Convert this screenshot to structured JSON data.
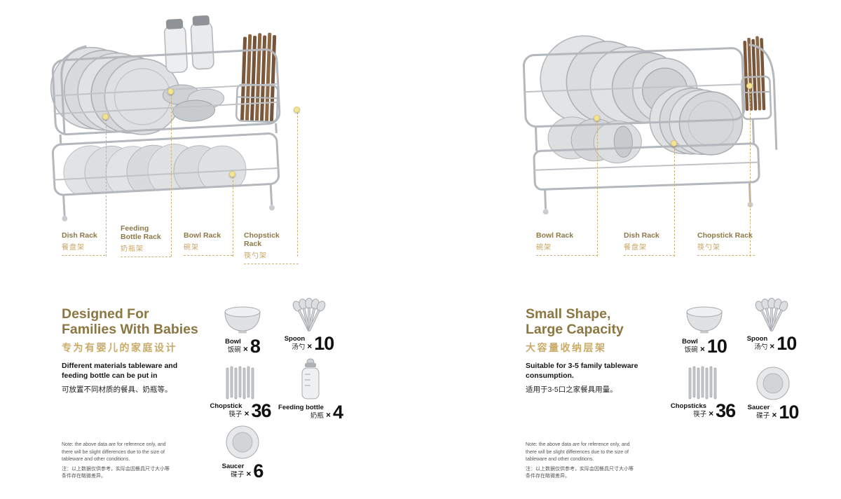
{
  "times_symbol": "×",
  "panels": [
    {
      "rack_labels": [
        {
          "en": "Dish Rack",
          "zh": "餐盘架"
        },
        {
          "en": "Feeding Bottle Rack",
          "zh": "奶瓶架"
        },
        {
          "en": "Bowl Rack",
          "zh": "碗架"
        },
        {
          "en": "Chopstick Rack",
          "zh": "筷勺架"
        }
      ],
      "heading_line1": "Designed For",
      "heading_line2": "Families With Babies",
      "subheading_zh": "专为有婴儿的家庭设计",
      "desc_en": "Different materials tableware and feeding bottle can be put in",
      "desc_zh": "可放置不同材质的餐具、奶瓶等。",
      "note_en": "Note: the above data are for reference only, and there will be slight differences due to the size of tableware and other conditions.",
      "note_zh": "注：以上数据仅供参考，实际会因餐具尺寸大小等条件存在略微差异。",
      "stats": [
        {
          "name": "Bowl",
          "zh": "饭碗",
          "count": "8"
        },
        {
          "name": "Spoon",
          "zh": "汤勺",
          "count": "10"
        },
        {
          "name": "Chopstick",
          "zh": "筷子",
          "count": "36"
        },
        {
          "name": "Feeding bottle",
          "zh": "奶瓶",
          "count": "4"
        },
        {
          "name": "Saucer",
          "zh": "碟子",
          "count": "6"
        }
      ]
    },
    {
      "rack_labels": [
        {
          "en": "Bowl Rack",
          "zh": "碗架"
        },
        {
          "en": "Dish Rack",
          "zh": "餐盘架"
        },
        {
          "en": "Chopstick Rack",
          "zh": "筷勺架"
        }
      ],
      "heading_line1": "Small Shape,",
      "heading_line2": "Large Capacity",
      "subheading_zh": "大容量收纳层架",
      "desc_en": "Suitable for 3-5 family tableware consumption.",
      "desc_zh": "适用于3-5口之家餐具用量。",
      "note_en": "Note: the above data are for reference only, and there will be slight differences due to the size of tableware and other conditions.",
      "note_zh": "注：以上数据仅供参考，实际会因餐具尺寸大小等条件存在略微差异。",
      "stats": [
        {
          "name": "Bowl",
          "zh": "饭碗",
          "count": "10"
        },
        {
          "name": "Spoon",
          "zh": "汤勺",
          "count": "10"
        },
        {
          "name": "Chopsticks",
          "zh": "筷子",
          "count": "36"
        },
        {
          "name": "Saucer",
          "zh": "碟子",
          "count": "10"
        }
      ]
    }
  ]
}
